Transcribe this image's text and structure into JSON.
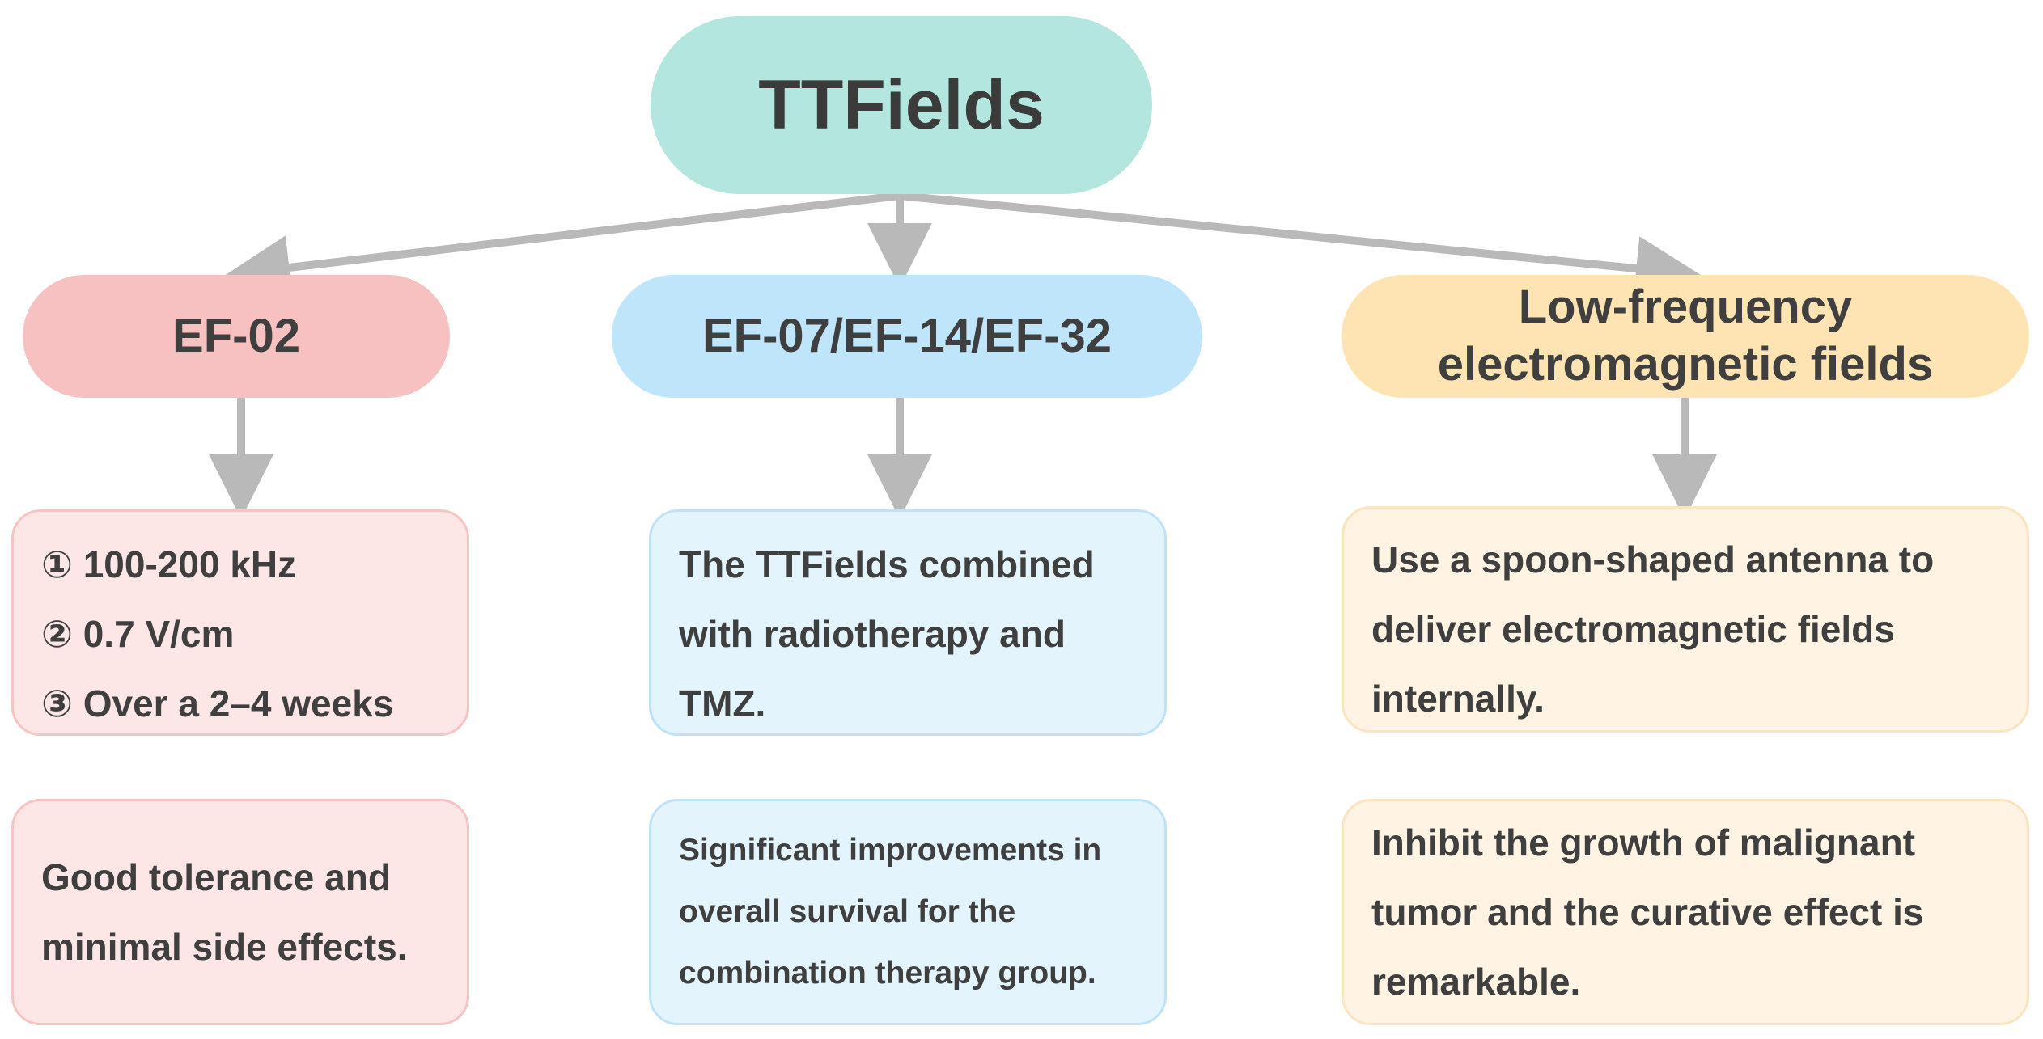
{
  "root": {
    "label": "TTFields"
  },
  "branches": [
    {
      "title": "EF-02",
      "color": "#f6c1c0",
      "details": [
        "① 100-200 kHz",
        "② 0.7 V/cm",
        "③ Over a 2–4 weeks"
      ],
      "outcome": "Good tolerance and minimal side effects."
    },
    {
      "title": "EF-07/EF-14/EF-32",
      "color": "#bfe5fb",
      "details": "The TTFields combined with radiotherapy and TMZ.",
      "outcome": "Significant improvements in overall survival for the combination therapy group."
    },
    {
      "title": "Low-frequency electromagnetic fields",
      "color": "#fde4b2",
      "details": "Use a spoon-shaped antenna to deliver electromagnetic fields internally.",
      "outcome": "Inhibit the growth of malignant tumor and the curative effect is remarkable."
    }
  ],
  "colors": {
    "root": "#b3e6de",
    "arrow": "#b9b9b9",
    "text": "#3f3f3f"
  }
}
